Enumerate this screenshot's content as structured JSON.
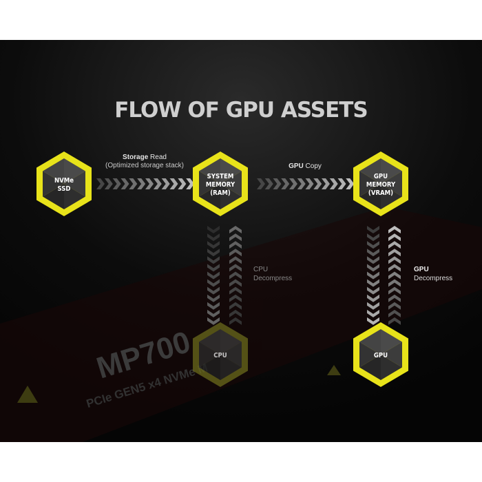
{
  "title": "FLOW OF GPU ASSETS",
  "nodes": {
    "nvme": {
      "line1": "NVMe",
      "line2": "SSD"
    },
    "ram": {
      "line1": "SYSTEM",
      "line2": "MEMORY",
      "line3": "(RAM)"
    },
    "vram": {
      "line1": "GPU",
      "line2": "MEMORY",
      "line3": "(VRAM)"
    },
    "cpu": {
      "label": "CPU"
    },
    "gpu": {
      "label": "GPU"
    }
  },
  "labels": {
    "storage_read_bold": "Storage",
    "storage_read_rest": " Read",
    "storage_read_sub": "(Optimized storage stack)",
    "gpu_copy_bold": "GPU",
    "gpu_copy_rest": " Copy",
    "cpu_decompress_1": "CPU",
    "cpu_decompress_2": "Decompress",
    "gpu_decompress_1": "GPU",
    "gpu_decompress_2": "Decompress"
  },
  "background_product": {
    "name": "MP700",
    "subtitle": "PCIe GEN5 x4 NVMe M"
  },
  "colors": {
    "accent": "#e8e31a",
    "accent_dim": "#6b6a1c",
    "background": "#0a0a0a"
  }
}
